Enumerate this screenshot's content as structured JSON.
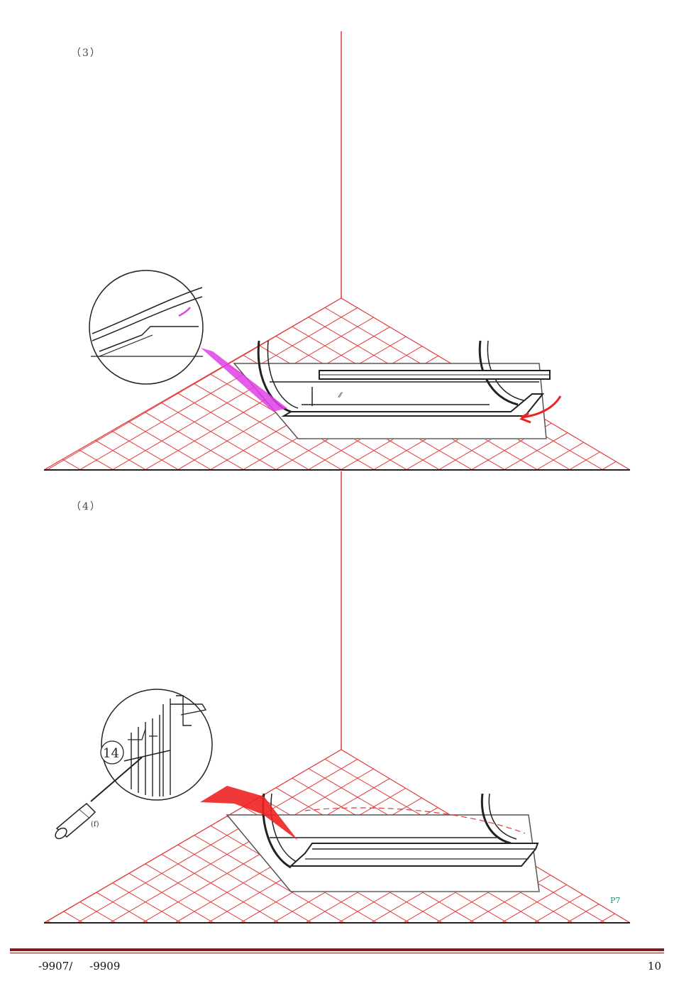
{
  "steps": [
    {
      "label": "（3）"
    },
    {
      "label": "（4）",
      "callout_number": "14",
      "tool_mark": "(f)",
      "page_mark": "P7"
    }
  ],
  "footer": {
    "model_text": "-9907/     -9909",
    "page_number": "10"
  },
  "colors": {
    "grid": "#e23a3a",
    "arrow_magenta": "#e040e8",
    "arrow_red": "#ee2222",
    "rule": "#7a1e1e"
  }
}
